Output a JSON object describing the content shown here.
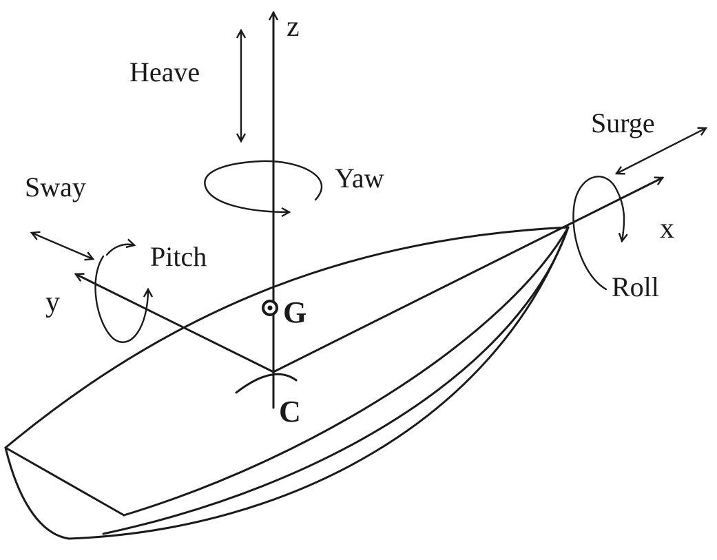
{
  "labels": {
    "heave": "Heave",
    "yaw": "Yaw",
    "surge": "Surge",
    "sway": "Sway",
    "pitch": "Pitch",
    "roll": "Roll",
    "z": "z",
    "x": "x",
    "y": "y",
    "g": "G",
    "c": "C"
  },
  "colors": {
    "ink": "#1a1a1a",
    "background": "#ffffff"
  }
}
